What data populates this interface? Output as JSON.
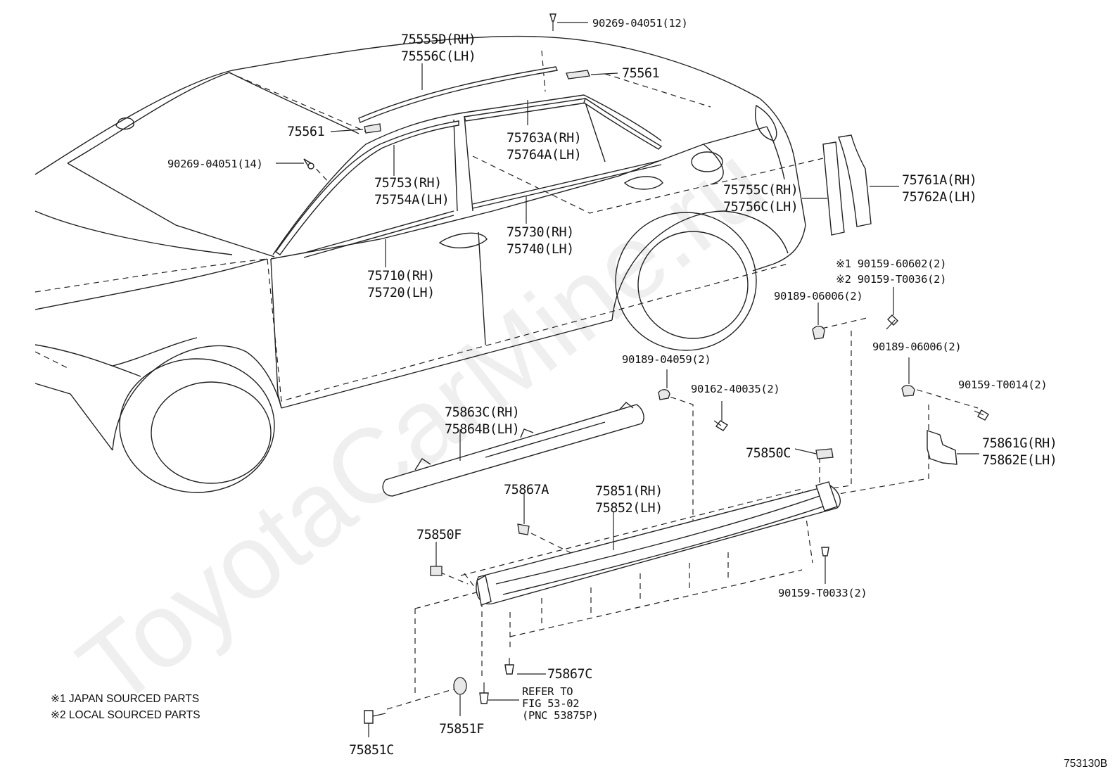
{
  "watermark": "ToyotaCarMine.ru",
  "diagram_id": "753130B",
  "notes": [
    "※1 JAPAN SOURCED PARTS",
    "※2 LOCAL SOURCED PARTS"
  ],
  "labels": {
    "p9026904051_12": "90269-04051(12)",
    "p75555d": "75555D(RH)",
    "p75556c": "75556C(LH)",
    "p75561_top": "75561",
    "p75561_left": "75561",
    "p9026904051_14": "90269-04051(14)",
    "p75763a": "75763A(RH)",
    "p75764a": "75764A(LH)",
    "p75753": "75753(RH)",
    "p75754a": "75754A(LH)",
    "p75755c": "75755C(RH)",
    "p75756c": "75756C(LH)",
    "p75761a": "75761A(RH)",
    "p75762a": "75762A(LH)",
    "p75730": "75730(RH)",
    "p75740": "75740(LH)",
    "p75710": "75710(RH)",
    "p75720": "75720(LH)",
    "p9015960602": "※1 90159-60602(2)",
    "p90159t0036": "※2 90159-T0036(2)",
    "p9018906006_a": "90189-06006(2)",
    "p9018906006_b": "90189-06006(2)",
    "p9018904059": "90189-04059(2)",
    "p9016240035": "90162-40035(2)",
    "p90159t0014": "90159-T0014(2)",
    "p75863c": "75863C(RH)",
    "p75864b": "75864B(LH)",
    "p75850c": "75850C",
    "p75861g": "75861G(RH)",
    "p75862e": "75862E(LH)",
    "p75867a": "75867A",
    "p75851": "75851(RH)",
    "p75852": "75852(LH)",
    "p75850f": "75850F",
    "p90159t0033": "90159-T0033(2)",
    "p75867c": "75867C",
    "refer1": "REFER TO",
    "refer2": "FIG 53-02",
    "refer3": "(PNC 53875P)",
    "p75851f": "75851F",
    "p75851c": "75851C"
  }
}
